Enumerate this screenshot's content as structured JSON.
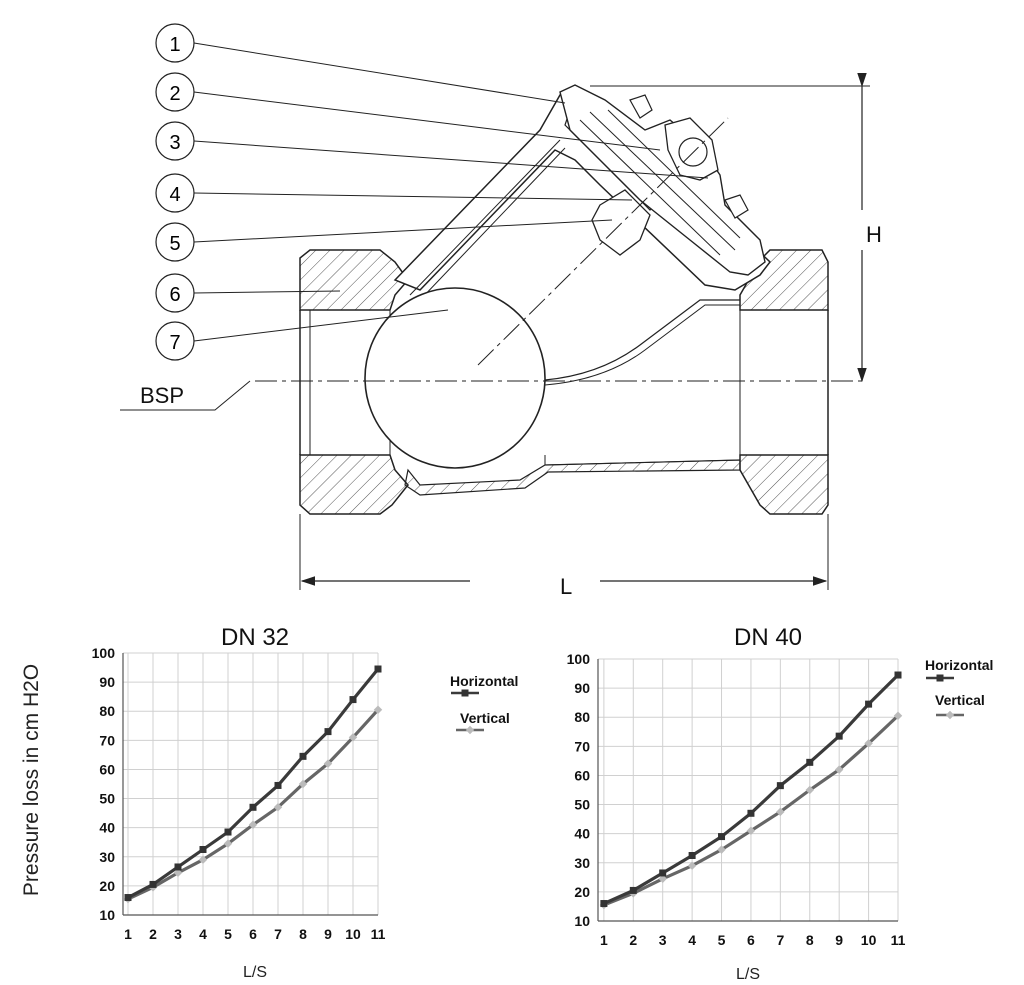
{
  "drawing": {
    "callouts": [
      "1",
      "2",
      "3",
      "4",
      "5",
      "6",
      "7"
    ],
    "bsp_label": "BSP",
    "height_label": "H",
    "length_label": "L"
  },
  "y_axis_label": "Pressure loss in cm H2O",
  "charts": [
    {
      "title": "DN 32",
      "xlabel": "L/S",
      "legend": [
        "Horizontal",
        "Vertical"
      ]
    },
    {
      "title": "DN 40",
      "xlabel": "L/S",
      "legend": [
        "Horizontal",
        "Vertical"
      ]
    }
  ],
  "chart_data": [
    {
      "type": "line",
      "title": "DN 32",
      "xlabel": "L/S",
      "ylabel": "Pressure loss in cm H2O",
      "x": [
        1,
        2,
        3,
        4,
        5,
        6,
        7,
        8,
        9,
        10,
        11
      ],
      "ylim": [
        10,
        100
      ],
      "yticks": [
        10,
        20,
        30,
        40,
        50,
        60,
        70,
        80,
        90,
        100
      ],
      "grid": true,
      "legend_position": "right",
      "series": [
        {
          "name": "Horizontal",
          "values": [
            16,
            20.5,
            26.5,
            32.5,
            38.5,
            47,
            54.5,
            64.5,
            73,
            84,
            94.5
          ],
          "color": "#3a3a3a",
          "marker": "square"
        },
        {
          "name": "Vertical",
          "values": [
            15.5,
            19.5,
            24.5,
            29,
            34.5,
            41,
            47,
            55,
            62,
            71,
            80.5
          ],
          "color": "#666666",
          "marker": "diamond"
        }
      ]
    },
    {
      "type": "line",
      "title": "DN 40",
      "xlabel": "L/S",
      "ylabel": "",
      "x": [
        1,
        2,
        3,
        4,
        5,
        6,
        7,
        8,
        9,
        10,
        11
      ],
      "ylim": [
        10,
        100
      ],
      "yticks": [
        10,
        20,
        30,
        40,
        50,
        60,
        70,
        80,
        90,
        100
      ],
      "grid": true,
      "legend_position": "top-right",
      "series": [
        {
          "name": "Horizontal",
          "values": [
            16,
            20.5,
            26.5,
            32.5,
            39,
            47,
            56.5,
            64.5,
            73.5,
            84.5,
            94.5
          ],
          "color": "#3a3a3a",
          "marker": "square"
        },
        {
          "name": "Vertical",
          "values": [
            15.5,
            19.5,
            24.5,
            29,
            34.5,
            41,
            47.5,
            55,
            62,
            71,
            80.5
          ],
          "color": "#666666",
          "marker": "diamond"
        }
      ]
    }
  ]
}
